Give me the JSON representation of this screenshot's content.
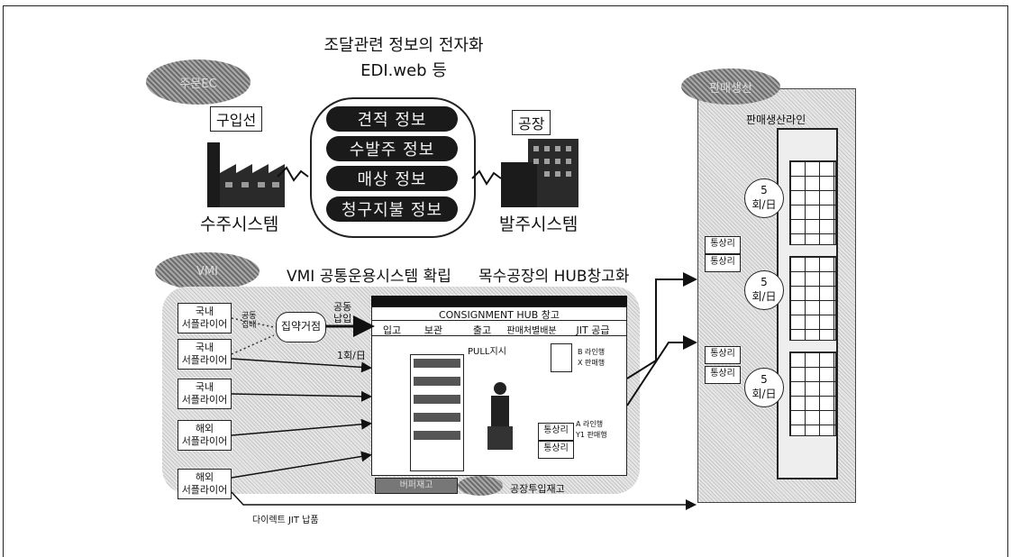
{
  "top": {
    "title_line1": "조달관련 정보의 전자화",
    "title_line2": "EDI.web 등",
    "left_oval": "주문EC",
    "buyer_tag": "구입선",
    "factory_tag": "공장",
    "left_system": "수주시스템",
    "right_system": "발주시스템",
    "info_items": [
      "견적 정보",
      "수발주 정보",
      "매상 정보",
      "청구지불 정보"
    ]
  },
  "vmi": {
    "oval": "VMI",
    "title": "VMI 공통운용시스템 확립",
    "hub_title": "목수공장의 HUB창고화",
    "joint": "공동\n납입",
    "shared_delivery": "공동\n집배",
    "consolidation": "집약거점",
    "frequency": "1회/日",
    "suppliers": [
      "국내\n서플라이어",
      "국내\n서플라이어",
      "국내\n서플라이어",
      "해외\n서플라이어",
      "해외\n서플라이어"
    ],
    "direct_jit": "다이렉트 JIT 납품",
    "consignment_title": "CONSIGNMENT HUB 창고",
    "columns": [
      "입고",
      "보관",
      "출고",
      "판매처별배분",
      "JIT 공급"
    ],
    "pull": "PULL지시",
    "b_line": "B 라인행",
    "x_dest": "X 판매행",
    "a_line": "A 라인행",
    "y_dest": "Y1 판매행",
    "buffer": "버퍼재고",
    "factory_stock": "공장투입재고",
    "tongsang": "통상리"
  },
  "right": {
    "oval": "판매생산",
    "line_label": "판매생산라인",
    "freq": [
      "5\n회/日",
      "5\n회/日",
      "5\n회/日"
    ],
    "tongsang": [
      "통상리",
      "통상리",
      "통상리",
      "통상리"
    ]
  }
}
